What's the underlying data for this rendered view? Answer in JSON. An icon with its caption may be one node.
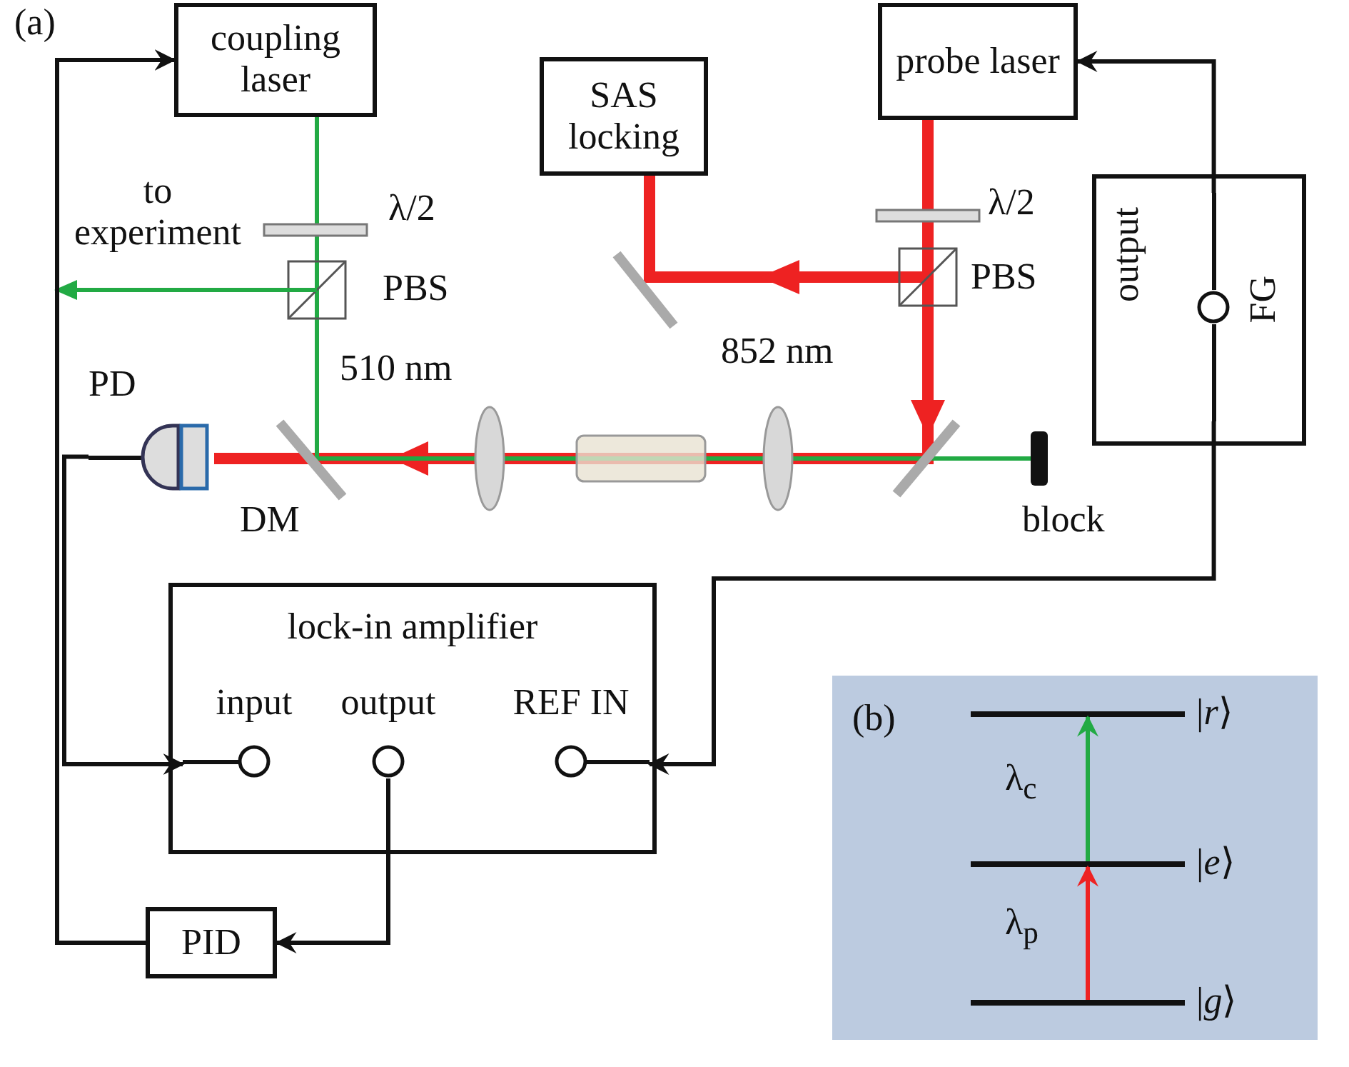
{
  "diagram": {
    "nodes": [
      {
        "text": [
          "coupling laser"
        ]
      },
      {
        "text": [
          "SAS locking"
        ]
      },
      {
        "text": [
          "probe laser"
        ]
      },
      {
        "text": [
          "FG"
        ]
      },
      {
        "text": [
          "output"
        ],
        "in": 3
      },
      {
        "text": [
          "PD"
        ]
      },
      {
        "text": [
          "lock-in amplifier"
        ]
      },
      {
        "text": [
          "input"
        ],
        "in": 6
      },
      {
        "text": [
          "output"
        ],
        "in": 6
      },
      {
        "text": [
          "REF IN"
        ],
        "in": 6
      },
      {
        "text": [
          "PID"
        ]
      },
      {
        "text": [
          "(b)"
        ]
      },
      {
        "text": [
          "|*r*⟩"
        ],
        "in": 11
      },
      {
        "text": [
          "|*e*⟩"
        ],
        "in": 11
      },
      {
        "text": [
          "|*g*⟩"
        ],
        "in": 11
      }
    ],
    "edges": [
      {
        "from": 10,
        "to": 0,
        "arrow": "to"
      },
      {
        "from": 4,
        "to": 2,
        "arrow": "to"
      },
      {
        "from": 4,
        "to": 9,
        "arrow": "to"
      },
      {
        "from": 5,
        "to": 7,
        "arrow": "to"
      },
      {
        "from": 8,
        "to": 10,
        "arrow": "to"
      },
      {
        "from": 14,
        "to": 13,
        "arrow": "to",
        "label": "λ$_{p}$",
        "color": "#ee2222"
      },
      {
        "from": 13,
        "to": 12,
        "arrow": "to",
        "label": "λ$_{c}$",
        "color": "#22aa44"
      }
    ],
    "labels": [
      "(a)",
      "λ/2",
      "to experiment",
      "PBS",
      "λ/2",
      "PBS",
      "852 nm",
      "510 nm",
      "DM",
      "block"
    ]
  }
}
